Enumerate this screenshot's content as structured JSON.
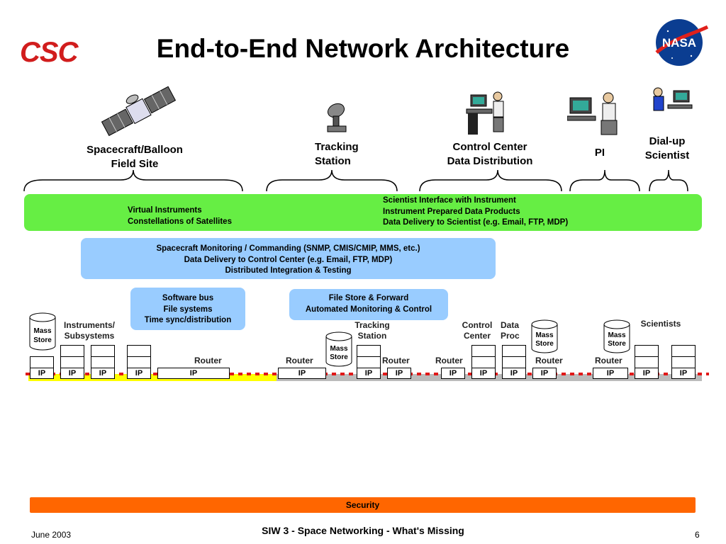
{
  "slide": {
    "title": "End-to-End Network Architecture",
    "logo_left": "CSC",
    "logo_right": "NASA",
    "footer_left": "June 2003",
    "footer_center": "SIW 3 - Space Networking - What's Missing",
    "footer_right": "6"
  },
  "groups": {
    "spacecraft": "Spacecraft/Balloon\nField Site",
    "tracking": "Tracking\nStation",
    "control": "Control Center\nData Distribution",
    "pi": "PI",
    "dialup": "Dial-up\nScientist"
  },
  "bands": {
    "green_left": "Virtual Instruments\nConstellations of Satellites",
    "green_right": "Scientist Interface with Instrument\nInstrument Prepared Data Products\nData Delivery to Scientist (e.g. Email, FTP, MDP)",
    "blue_wide": "Spacecraft Monitoring / Commanding (SNMP, CMIS/CMIP,  MMS, etc.)\nData Delivery to Control Center (e.g. Email, FTP, MDP)\nDistributed Integration & Testing",
    "blue_software": "Software bus\nFile systems\nTime sync/distribution",
    "blue_filestore": "File Store & Forward\nAutomated Monitoring & Control"
  },
  "network": {
    "instruments_label": "Instruments/\nSubsystems",
    "tracking_label": "Tracking\nStation",
    "control_label": "Control\nCenter",
    "dataproc_label": "Data\nProc",
    "scientists_label": "Scientists",
    "mass_store": "Mass\nStore",
    "router": "Router",
    "ip": "IP"
  },
  "security": "Security",
  "colors": {
    "green_band": "#66ee44",
    "blue_band": "#99ccff",
    "security": "#ff6600",
    "red_link": "#e01818",
    "yellow_link": "#ffff00",
    "gray_link": "#bbbbbb"
  }
}
